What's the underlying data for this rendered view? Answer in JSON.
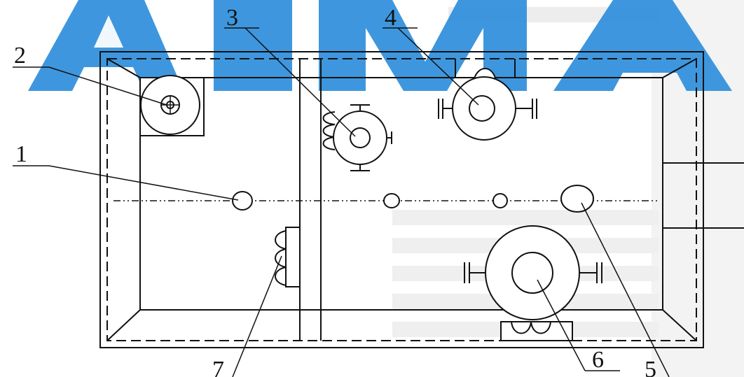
{
  "callouts": {
    "c1": "1",
    "c2": "2",
    "c3": "3",
    "c4": "4",
    "c5": "5",
    "c6": "6",
    "c7": "7"
  },
  "colors": {
    "watermark": "#2f8fdc",
    "ink": "#111111",
    "background": "#ffffff"
  }
}
